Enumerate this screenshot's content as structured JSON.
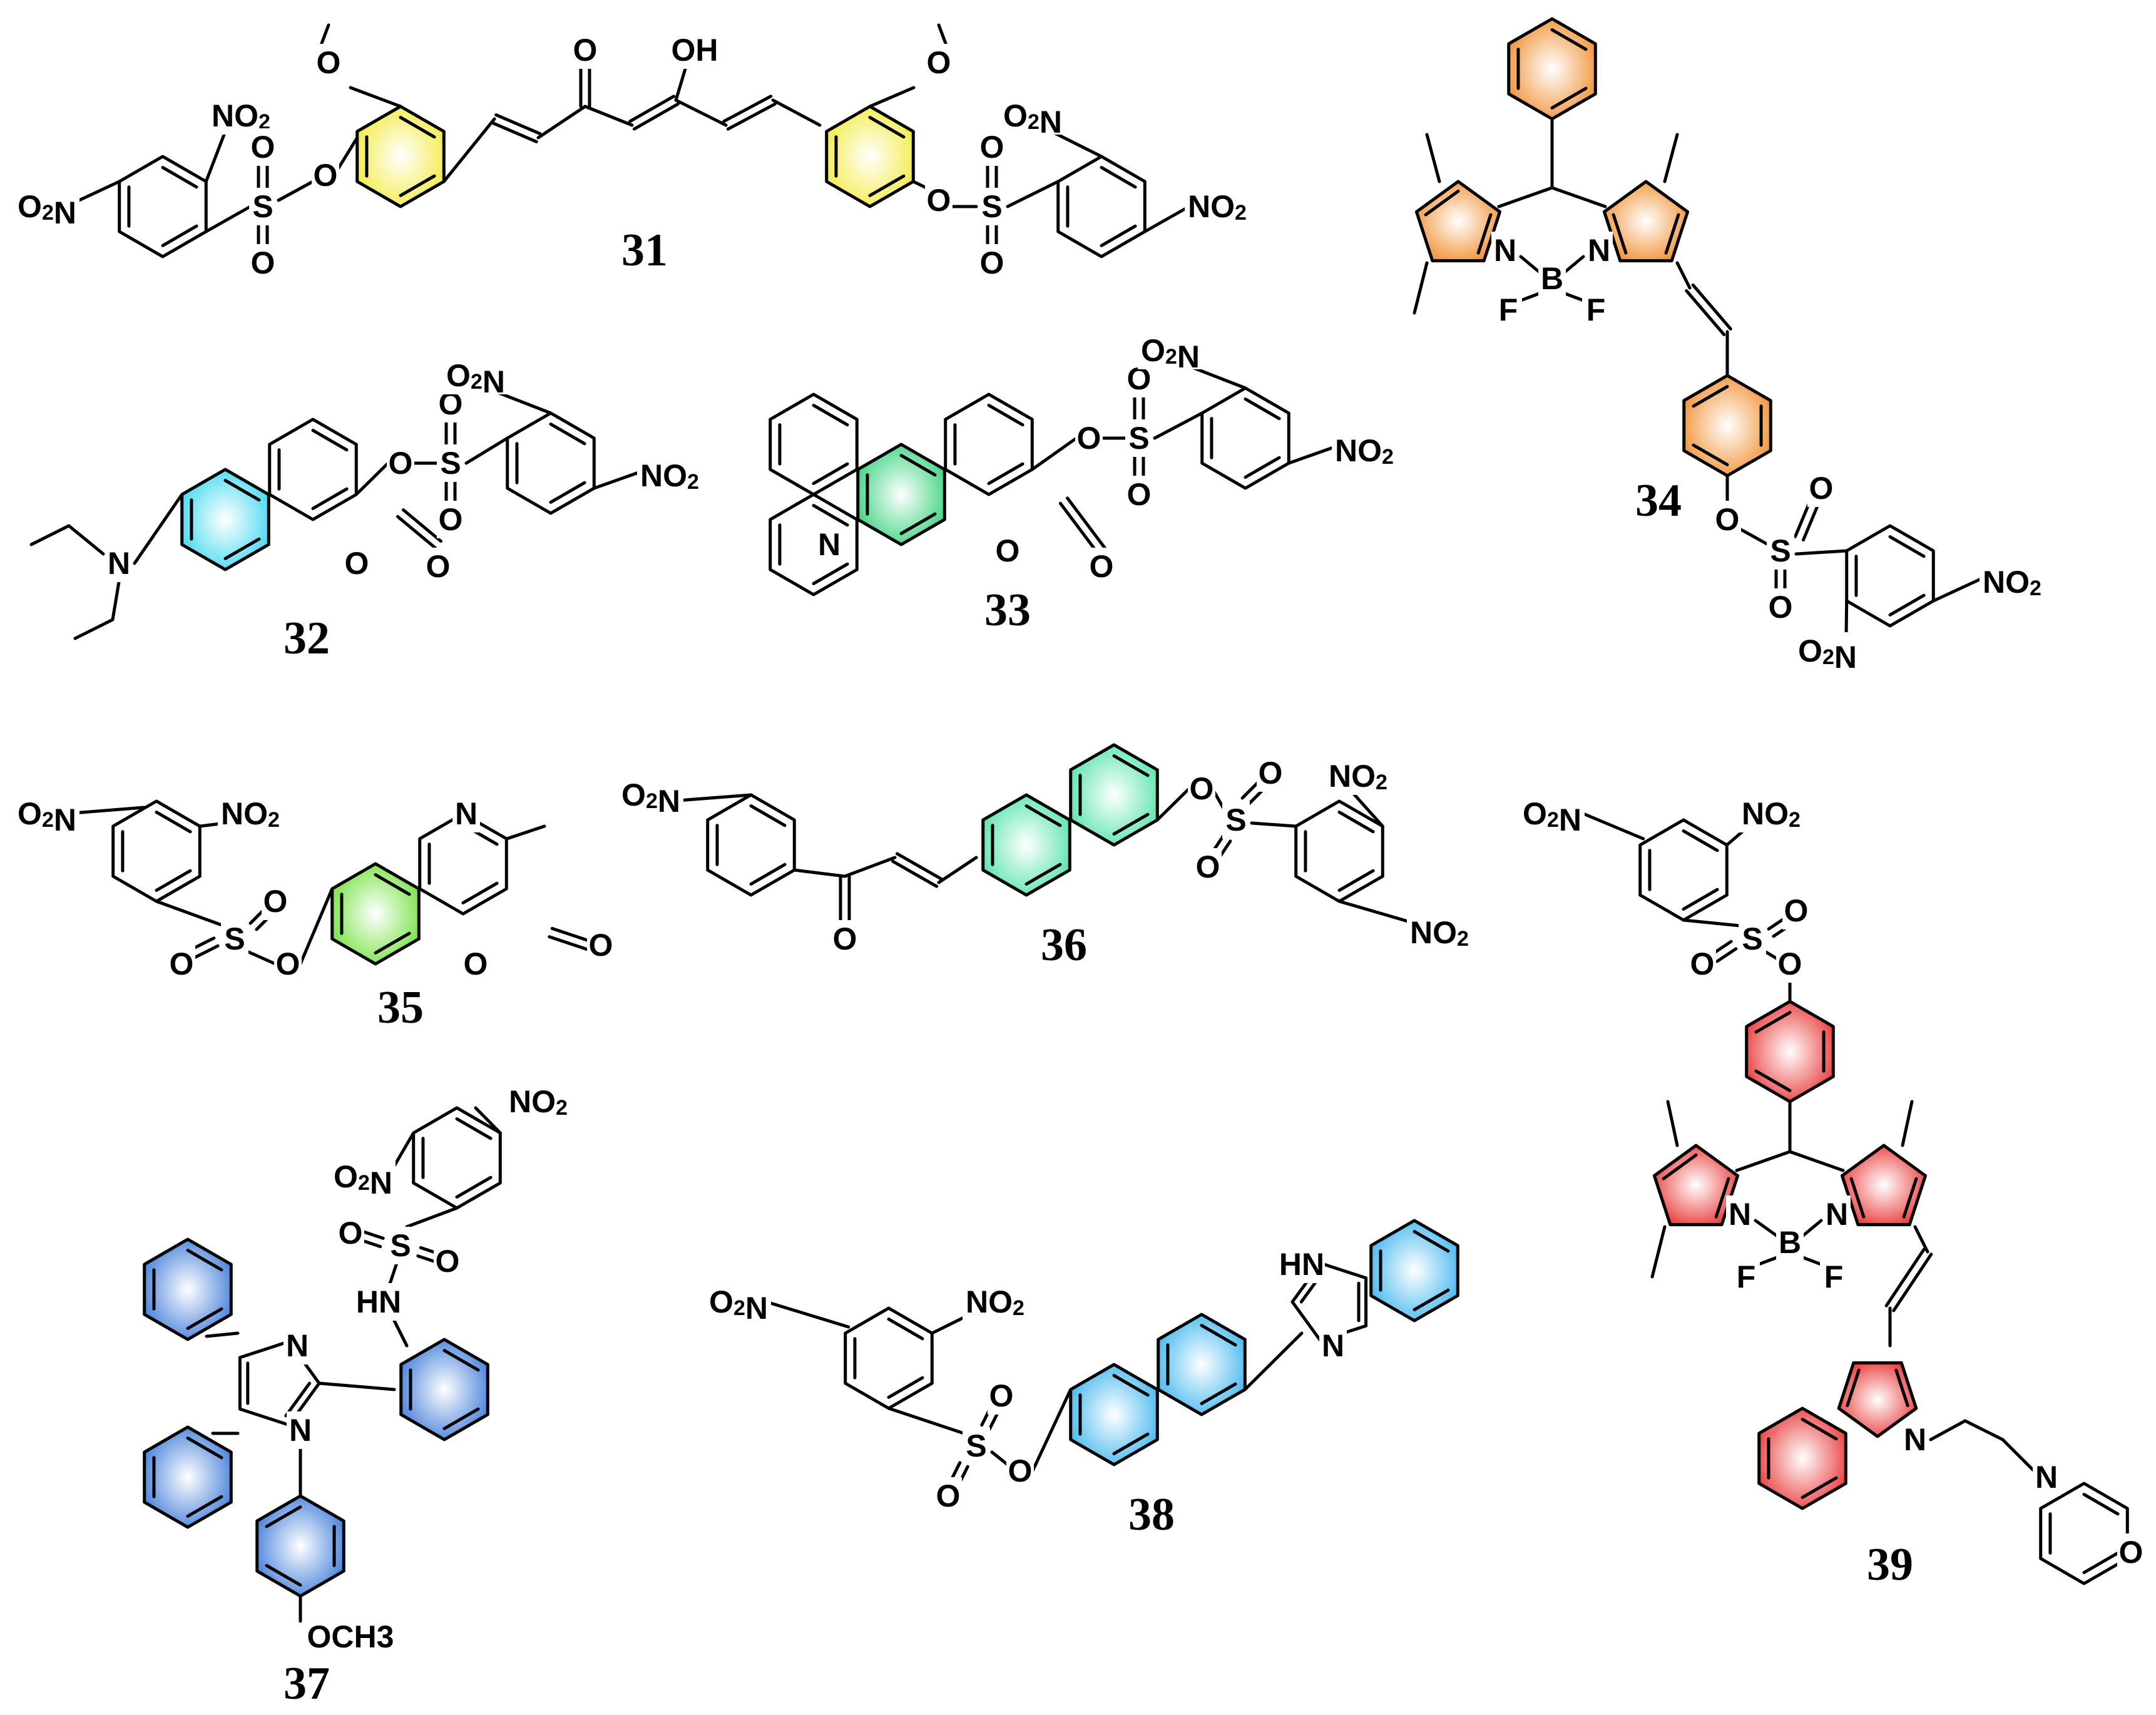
{
  "compounds": [
    {
      "number": "31",
      "color": "#f2ea3c"
    },
    {
      "number": "32",
      "color": "#3ad7f0"
    },
    {
      "number": "33",
      "color": "#33d17a"
    },
    {
      "number": "34",
      "color": "#f08c2a"
    },
    {
      "number": "35",
      "color": "#6fe03a"
    },
    {
      "number": "36",
      "color": "#4fe3a8"
    },
    {
      "number": "37",
      "color": "#3a78d8"
    },
    {
      "number": "38",
      "color": "#3ab4ee"
    },
    {
      "number": "39",
      "color": "#e83030"
    }
  ],
  "atom_labels": {
    "no2": "NO2",
    "o2n": "O2N",
    "s": "S",
    "o": "O",
    "n": "N",
    "oh": "OH",
    "hn": "HN",
    "nh": "HN",
    "b": "B",
    "f": "F",
    "och3": "OCH3"
  }
}
